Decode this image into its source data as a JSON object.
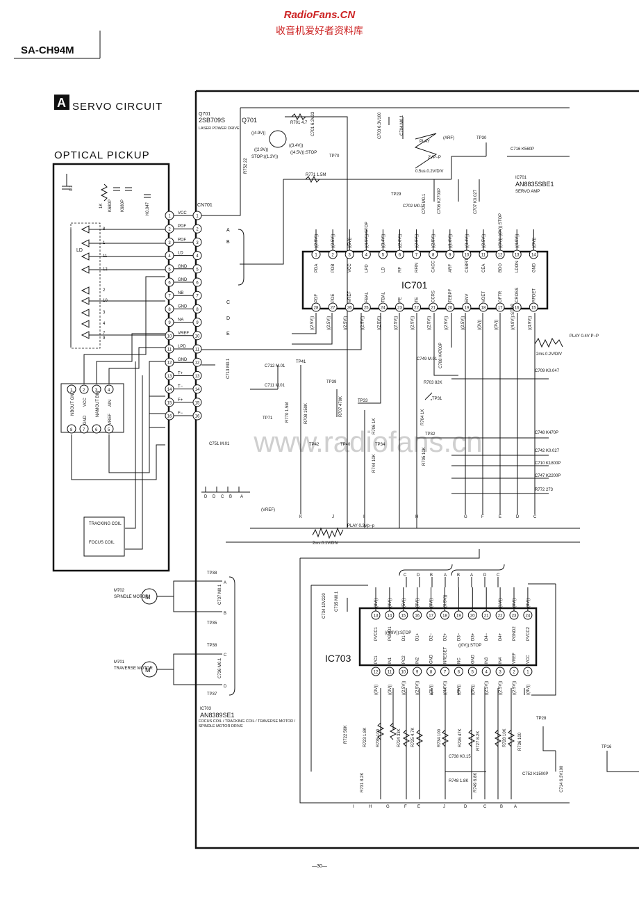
{
  "watermark": {
    "site": "RadioFans.CN",
    "subtitle": "收音机爱好者资料库",
    "center": "www.radiofans.cn"
  },
  "model": "SA-CH94M",
  "section": {
    "letter": "A",
    "title": "SERVO CIRCUIT"
  },
  "page_number": "—30—",
  "optical_pickup": {
    "title": "OPTICAL PICKUP",
    "ld_label": "LD",
    "ld_pins": [
      "8",
      "1",
      "11",
      "12",
      "2",
      "10",
      "3",
      "4",
      "7",
      "9"
    ],
    "cap_label": "0.1",
    "resistors": [
      "1K",
      "K680P",
      "K680P",
      "K0.047"
    ],
    "sub_pins_top": [
      "1",
      "2",
      "3",
      "4"
    ],
    "sub_pins_bottom": [
      "8",
      "7",
      "6",
      "5"
    ],
    "sub_names": [
      "NBOUT GND",
      "VCC",
      "NAMOUT BIN",
      "AIN",
      "GND",
      "VREF"
    ],
    "tracking_coil": "TRACKING COIL",
    "focus_coil": "FOCUS COIL"
  },
  "cn701": {
    "label": "CN701",
    "pins": [
      {
        "n": "1",
        "name": "VCC"
      },
      {
        "n": "2",
        "name": "PDF"
      },
      {
        "n": "3",
        "name": "PDF"
      },
      {
        "n": "4",
        "name": "LD"
      },
      {
        "n": "5",
        "name": "GND"
      },
      {
        "n": "6",
        "name": "GND"
      },
      {
        "n": "7",
        "name": "NB"
      },
      {
        "n": "8",
        "name": "GND"
      },
      {
        "n": "9",
        "name": "NA"
      },
      {
        "n": "10",
        "name": "VREF"
      },
      {
        "n": "11",
        "name": "LPD"
      },
      {
        "n": "12",
        "name": "GND"
      },
      {
        "n": "13",
        "name": "T+"
      },
      {
        "n": "14",
        "name": "T−"
      },
      {
        "n": "15",
        "name": "F+"
      },
      {
        "n": "16",
        "name": "F−"
      }
    ],
    "bus_letters": [
      "A",
      "B",
      "C",
      "D",
      "E"
    ],
    "bottom_letters": [
      "D",
      "D",
      "C",
      "B",
      "A"
    ]
  },
  "q701": {
    "ref": "Q701",
    "part": "2SB709S",
    "role": "LASER POWER DRIVE",
    "v1": "((4.9V))",
    "v2": "((2.9V))",
    "v3": "STOP:((1.3V))",
    "v4": "((3.4V))",
    "v5": "((4.5V)):STOP"
  },
  "top_parts": {
    "r701": "R701 4.7",
    "c701": "C701 6.3V33",
    "r752": "R752 22",
    "c703": "C703 6.3V100",
    "c704": "C704 M0.1",
    "tp70": "TP70",
    "r771": "R771 1.5M",
    "play": "PLAY",
    "arf": "(ARF)",
    "tp30": "TP30",
    "c716": "C716 K560P",
    "vpp": "2VP−P",
    "div": "0.5us.0.2V/DIV",
    "tp29": "TP29",
    "c702": "C702 M0.1",
    "c705": "C705 M0.1",
    "c706": "C706 K2700P",
    "c707": "C707 K0.027"
  },
  "ic701": {
    "ref": "IC701",
    "part": "AN8835SBE1",
    "role": "SERVO AMP",
    "top_pins": [
      {
        "n": "1",
        "name": "PDA",
        "v": "((2.5V))"
      },
      {
        "n": "2",
        "name": "PDB",
        "v": "((2.5V))"
      },
      {
        "n": "3",
        "name": "VCC",
        "v": "((5V))"
      },
      {
        "n": "4",
        "name": "LPD",
        "v": "((4.5V)):STOP"
      },
      {
        "n": "5",
        "name": "LD",
        "v": "((3.4V))"
      },
      {
        "n": "6",
        "name": "RF",
        "v": "((2.6V))"
      },
      {
        "n": "7",
        "name": "RFIN",
        "v": "((2.8V))"
      },
      {
        "n": "8",
        "name": "CACC",
        "v": "((2.5V))"
      },
      {
        "n": "9",
        "name": "ARF",
        "v": "((1.6V))"
      },
      {
        "n": "10",
        "name": "CSBRT",
        "v": "((3.4V))"
      },
      {
        "n": "11",
        "name": "CEA",
        "v": "((2.5V))"
      },
      {
        "n": "12",
        "name": "BDO",
        "v": "((0V))"
      },
      {
        "n": "13",
        "name": "LDON",
        "v": "((4.9V))"
      },
      {
        "n": "14",
        "name": "GND",
        "v": "((0V))"
      }
    ],
    "bottom_pins": [
      {
        "n": "28",
        "name": "PDF",
        "v": "((2.5V))"
      },
      {
        "n": "27",
        "name": "PDE",
        "v": "((2.5V))"
      },
      {
        "n": "26",
        "name": "VREF",
        "v": "((2.5V))"
      },
      {
        "n": "25",
        "name": "FBAL",
        "v": "((2.5V))"
      },
      {
        "n": "24",
        "name": "TBAL",
        "v": "((2.5V))"
      },
      {
        "n": "23",
        "name": "FE",
        "v": "((2.5V))"
      },
      {
        "n": "22",
        "name": "TE",
        "v": "((2.5V))"
      },
      {
        "n": "21",
        "name": "CCRS",
        "v": "((2.5V))"
      },
      {
        "n": "20",
        "name": "TEBPF",
        "v": "((2.5V))"
      },
      {
        "n": "19",
        "name": "ENV",
        "v": "((2.5V))"
      },
      {
        "n": "18",
        "name": "VDET",
        "v": "((0V))"
      },
      {
        "n": "17",
        "name": "OFTR",
        "v": "((0V))"
      },
      {
        "n": "16",
        "name": "CROSS",
        "v": "((4.9V)):STOP"
      },
      {
        "n": "15",
        "name": "RFDET",
        "v": "((4.9V))"
      }
    ],
    "stop_label": "((0V)):STOP"
  },
  "mid_parts": {
    "c713": "C713 M0.1",
    "tp41": "TP41",
    "c712": "C712 M.01",
    "c711": "C711 M.01",
    "tp39": "TP39",
    "tp33": "TP33",
    "tp71": "TP71",
    "r770": "R770 1.5M",
    "r708": "R708 150K",
    "r707": "R707 470K",
    "r706": "R706 1K",
    "tp42": "TP42",
    "tp40": "TP40",
    "tp34": "TP34",
    "r744": "R744 10K",
    "c749": "C749 M.01",
    "c708": "C708 K4700P",
    "r703": "R703 82K",
    "tp31": "TP31",
    "r704": "R704 1K",
    "tp32": "TP32",
    "r705": "R705 10K",
    "c751": "C751 M.01",
    "play2": "PLAY 0.4V P−P",
    "div2": "2ms.0.2V/DIV",
    "c709": "C709 K0.047",
    "c748": "C748 K470P",
    "c742": "C742 K0.027",
    "c710": "C710 K1800P",
    "c747": "C747 K2200P",
    "r772": "R772 273",
    "vref": "(VREF)",
    "play3": "PLAY 0.3Vp−p",
    "div3": "2ms.0.1V/DIV"
  },
  "row_letters": [
    "K",
    "J",
    "I",
    "H",
    "G",
    "F",
    "E",
    "D",
    "C"
  ],
  "motors": {
    "m702": {
      "ref": "M702",
      "name": "SPINDLE MOTOR",
      "cap": "C737 M0.1",
      "tp_top": "TP38",
      "tp_bot": "TP35",
      "a": "A",
      "b": "B"
    },
    "m701": {
      "ref": "M701",
      "name": "TRAVERSE MOTOR",
      "cap": "C736 M0.1",
      "tp_top": "TP38",
      "tp_bot": "TP37",
      "c": "C",
      "d": "D"
    }
  },
  "ic703": {
    "ref": "IC703",
    "part": "AN8389SE1",
    "role": "FOCUS COIL / TRACKING COIL / TRAVERSE MOTOR / SPINDLE MOTOR DRIVE",
    "top_pins": [
      {
        "n": "13",
        "name": "PVCC1",
        "v": "((8V))"
      },
      {
        "n": "14",
        "name": "PGND1",
        "v": "((0V))"
      },
      {
        "n": "15",
        "name": "D1−",
        "v": "((5V))"
      },
      {
        "n": "16",
        "name": "D1+",
        "v": "((0V))"
      },
      {
        "n": "17",
        "name": "D2−",
        "v": "((0V))"
      },
      {
        "n": "18",
        "name": "D2+",
        "v": "((0.5V))"
      },
      {
        "n": "19",
        "name": "D3−",
        "v": ""
      },
      {
        "n": "20",
        "name": "D3+",
        "v": ""
      },
      {
        "n": "21",
        "name": "D4−",
        "v": ""
      },
      {
        "n": "22",
        "name": "D4+",
        "v": "((1V))"
      },
      {
        "n": "23",
        "name": "PGND2",
        "v": "((0V))"
      },
      {
        "n": "24",
        "name": "PVCC2",
        "v": "((8V))"
      }
    ],
    "bottom_pins": [
      {
        "n": "12",
        "name": "PC1",
        "v": "((0V))"
      },
      {
        "n": "11",
        "name": "IN1",
        "v": "((0V))"
      },
      {
        "n": "10",
        "name": "PC2",
        "v": "((2.5V))"
      },
      {
        "n": "9",
        "name": "IN2",
        "v": "((2.5V))"
      },
      {
        "n": "8",
        "name": "GND",
        "v": "((0V))"
      },
      {
        "n": "7",
        "name": "NRESET",
        "v": "((4.9V))"
      },
      {
        "n": "6",
        "name": "NC",
        "v": "((0V))"
      },
      {
        "n": "5",
        "name": "GND",
        "v": "((0V))"
      },
      {
        "n": "4",
        "name": "IN3",
        "v": "((2.5V))"
      },
      {
        "n": "3",
        "name": "IN4",
        "v": "((2.5V))"
      },
      {
        "n": "2",
        "name": "VREF",
        "v": "((2.5V))"
      },
      {
        "n": "1",
        "name": "VCC",
        "v": "((8V))"
      }
    ],
    "top_letters": [
      "C",
      "D",
      "B",
      "A",
      "B",
      "A",
      "D",
      "C"
    ],
    "stop_left": "((4.9V)):STOP",
    "stop_mid": "((0V)):STOP",
    "c734": "C734 10V220",
    "c735": "C735 M0.1"
  },
  "bottom_parts": {
    "r722": "R722 56K",
    "r723": "R723 1.8K",
    "r735": "R735 100",
    "r724": "R724 33K",
    "r725": "R725 4.7K",
    "r734": "R734 100",
    "r726": "R726 47K",
    "r727": "R727 8.2K",
    "r728": "R728 10K",
    "r736": "R736 100",
    "tp28": "TP28",
    "tp16": "TP16",
    "r731": "R731 8.2K",
    "c738": "C738 K0.15",
    "r748": "R748 1.8K",
    "r749": "R749 6.8K",
    "c752": "C752 K1500P",
    "c714": "C714 6.3V100"
  },
  "bottom_letters": [
    "I",
    "H",
    "G",
    "F",
    "E",
    "J",
    "D",
    "C",
    "B",
    "A"
  ]
}
